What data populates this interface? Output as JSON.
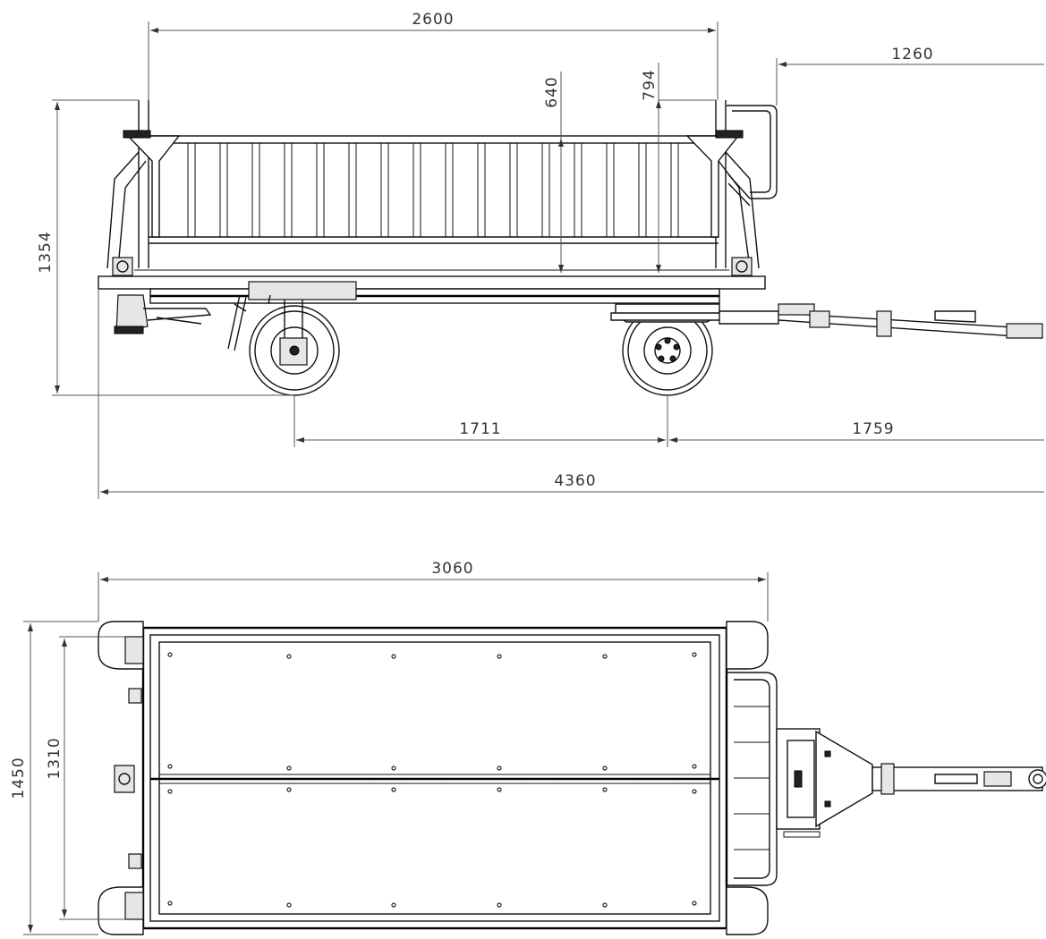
{
  "drawing": {
    "side_view": {
      "dimensions": {
        "top_rail_length": "2600",
        "drawbar_offset": "1260",
        "stake_height": "640",
        "stake_height_rear": "794",
        "overall_height": "1354",
        "wheelbase": "1711",
        "front_overhang": "1759",
        "overall_length": "4360"
      }
    },
    "top_view": {
      "dimensions": {
        "body_length": "3060",
        "overall_width": "1450",
        "inner_width": "1310"
      }
    }
  }
}
